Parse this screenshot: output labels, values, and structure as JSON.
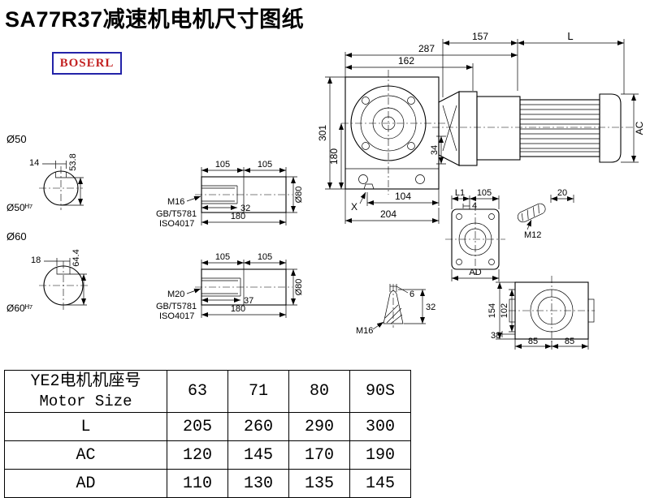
{
  "title": "SA77R37减速机电机尺寸图纸",
  "logo": {
    "text": "BOSERL",
    "border_color": "#2323a8",
    "text_color": "#c32222"
  },
  "drawing": {
    "main": {
      "d287": "287",
      "d162": "162",
      "d157": "157",
      "dL": "L",
      "d301": "301",
      "d180": "180",
      "d34": "34",
      "dAC": "AC",
      "dX": "X",
      "d104": "104",
      "d204": "204"
    },
    "shaft50": {
      "dia": "Ø50",
      "key_w": "14",
      "depth": "53.8",
      "fit": "Ø50ᴴ⁷"
    },
    "shaft60": {
      "dia": "Ø60",
      "key_w": "18",
      "depth": "64.4",
      "fit": "Ø60ᴴ⁷"
    },
    "stub1": {
      "d105a": "105",
      "d105b": "105",
      "thread": "M16",
      "depth": "32",
      "std1": "GB/T5781",
      "std2": "ISO4017",
      "len": "180",
      "dia": "Ø80"
    },
    "stub2": {
      "d105a": "105",
      "d105b": "105",
      "thread": "M20",
      "depth": "37",
      "std1": "GB/T5781",
      "std2": "ISO4017",
      "len": "180",
      "dia": "Ø80"
    },
    "flange": {
      "dL1": "L1",
      "d105": "105",
      "d4": "4",
      "dAD": "AD"
    },
    "key": {
      "d20": "20",
      "thread": "M12"
    },
    "cone": {
      "d6": "6",
      "d32": "32",
      "thread": "M16"
    },
    "endview": {
      "d154": "154",
      "d102": "102",
      "d38": "38",
      "d85a": "85",
      "d85b": "85"
    }
  },
  "table": {
    "header": {
      "line1": "YE2电机机座号",
      "line2": "Motor Size",
      "cols": [
        "63",
        "71",
        "80",
        "90S"
      ]
    },
    "rows": [
      {
        "label": "L",
        "values": [
          "205",
          "260",
          "290",
          "300"
        ]
      },
      {
        "label": "AC",
        "values": [
          "120",
          "145",
          "170",
          "190"
        ]
      },
      {
        "label": "AD",
        "values": [
          "110",
          "130",
          "135",
          "145"
        ]
      }
    ]
  }
}
